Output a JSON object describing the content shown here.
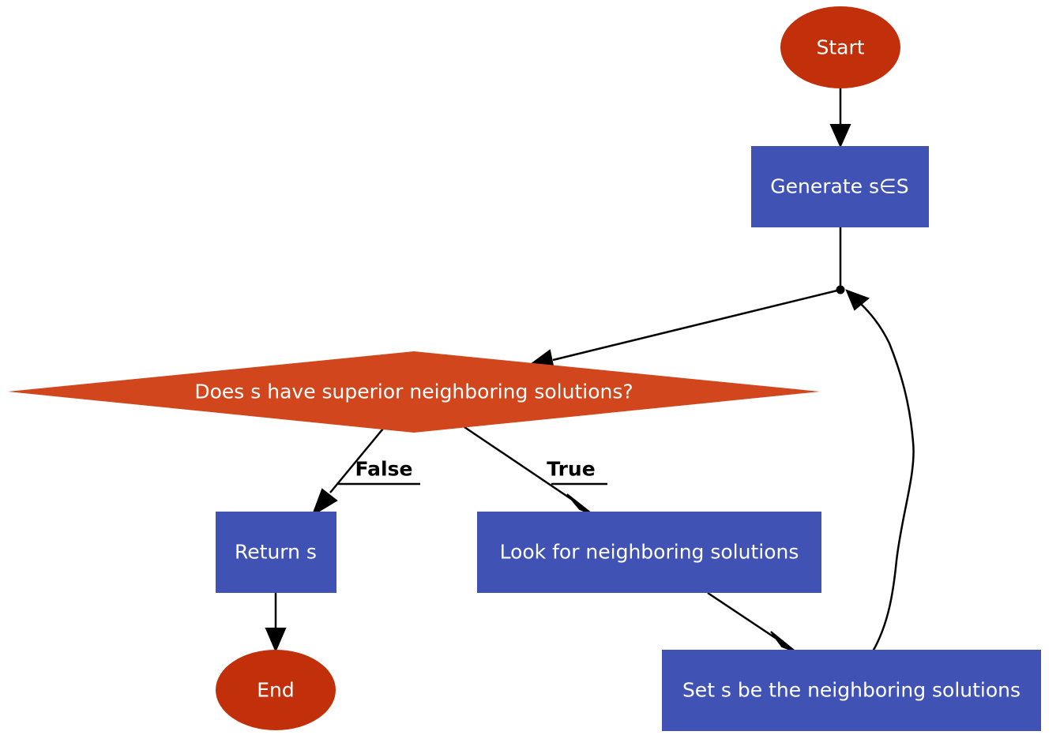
{
  "nodes": {
    "start": {
      "label": "Start"
    },
    "generate": {
      "label": "Generate s∈S"
    },
    "decision": {
      "label": "Does s have superior neighboring solutions?"
    },
    "return": {
      "label": "Return s"
    },
    "look": {
      "label": "Look for neighboring solutions"
    },
    "set": {
      "label": "Set s be the neighboring solutions"
    },
    "end": {
      "label": "End"
    }
  },
  "edges": {
    "false_label": "False",
    "true_label": "True"
  },
  "colors": {
    "terminal": "#c1300a",
    "process": "#4152b5",
    "decision": "#d1461d",
    "edge": "#000000"
  }
}
